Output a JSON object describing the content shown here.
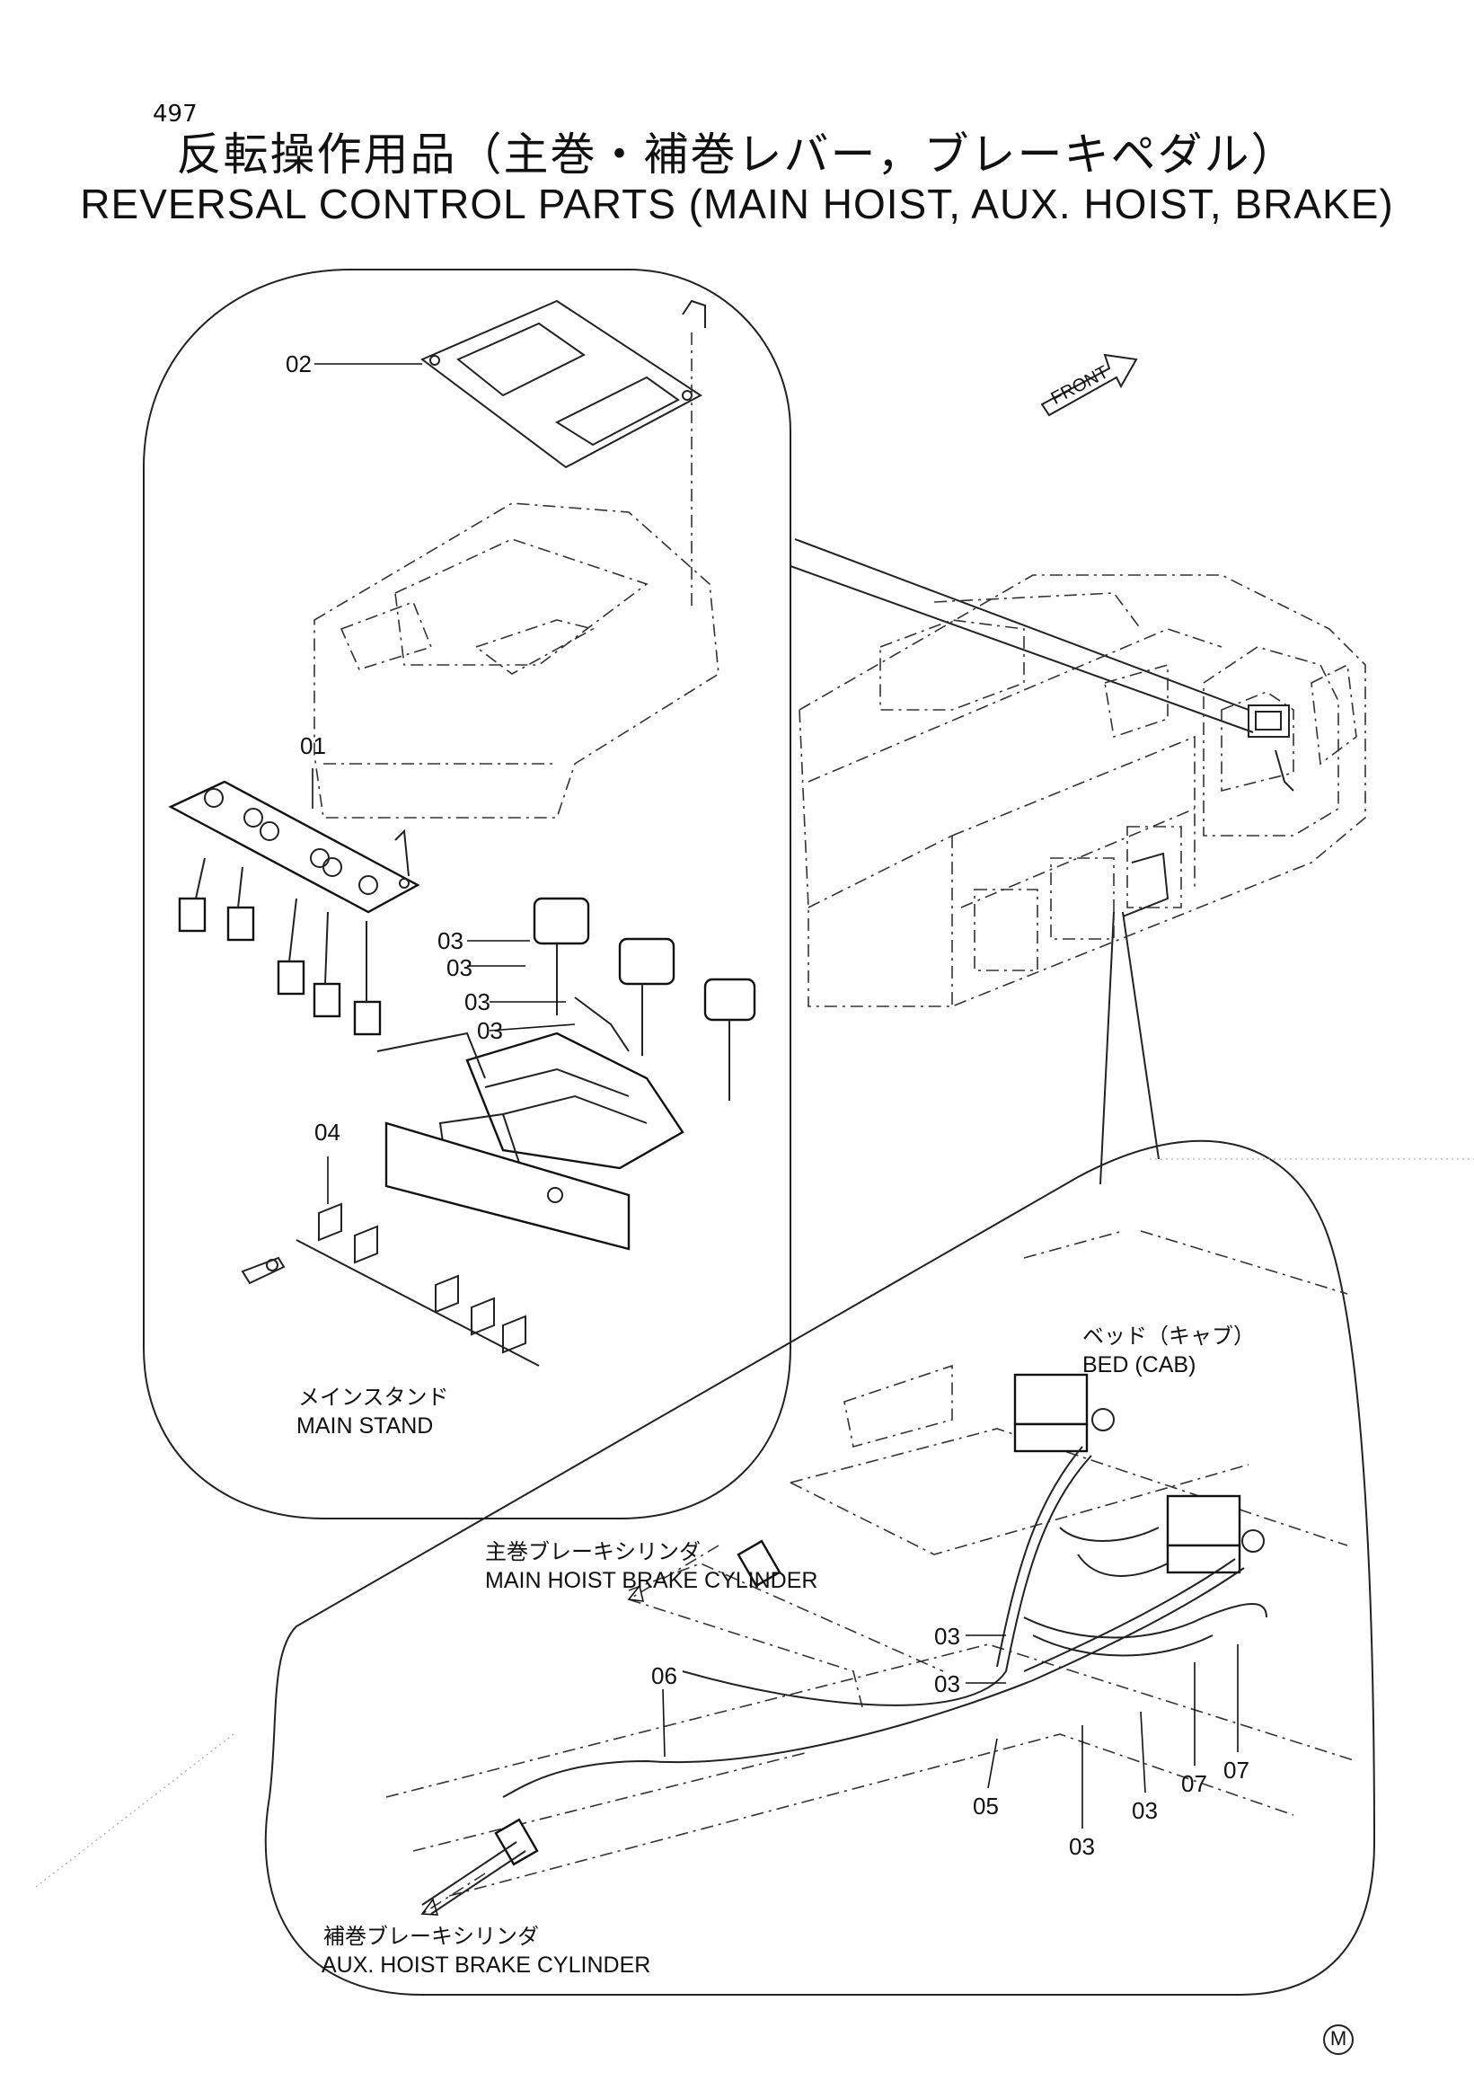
{
  "page_number": "497",
  "title_jp": "反転操作用品（主巻・補巻レバー，ブレーキペダル）",
  "title_en": "REVERSAL CONTROL PARTS (MAIN HOIST, AUX. HOIST, BRAKE)",
  "front_label": "FRONT",
  "callouts": {
    "c01": "01",
    "c02": "02",
    "c03a": "03",
    "c03b": "03",
    "c03c": "03",
    "c03d": "03",
    "c04": "04",
    "c03e": "03",
    "c03f": "03",
    "c03g": "03",
    "c03h": "03",
    "c05": "05",
    "c06": "06",
    "c07a": "07",
    "c07b": "07"
  },
  "labels": {
    "main_stand_jp": "メインスタンド",
    "main_stand_en": "MAIN STAND",
    "bed_jp": "ベッド（キャブ）",
    "bed_en": "BED (CAB)",
    "main_brake_jp": "主巻ブレーキシリンダ",
    "main_brake_en": "MAIN HOIST BRAKE CYLINDER",
    "aux_brake_jp": "補巻ブレーキシリンダ",
    "aux_brake_en": "AUX. HOIST BRAKE CYLINDER"
  },
  "manufacturer_mark": "M"
}
